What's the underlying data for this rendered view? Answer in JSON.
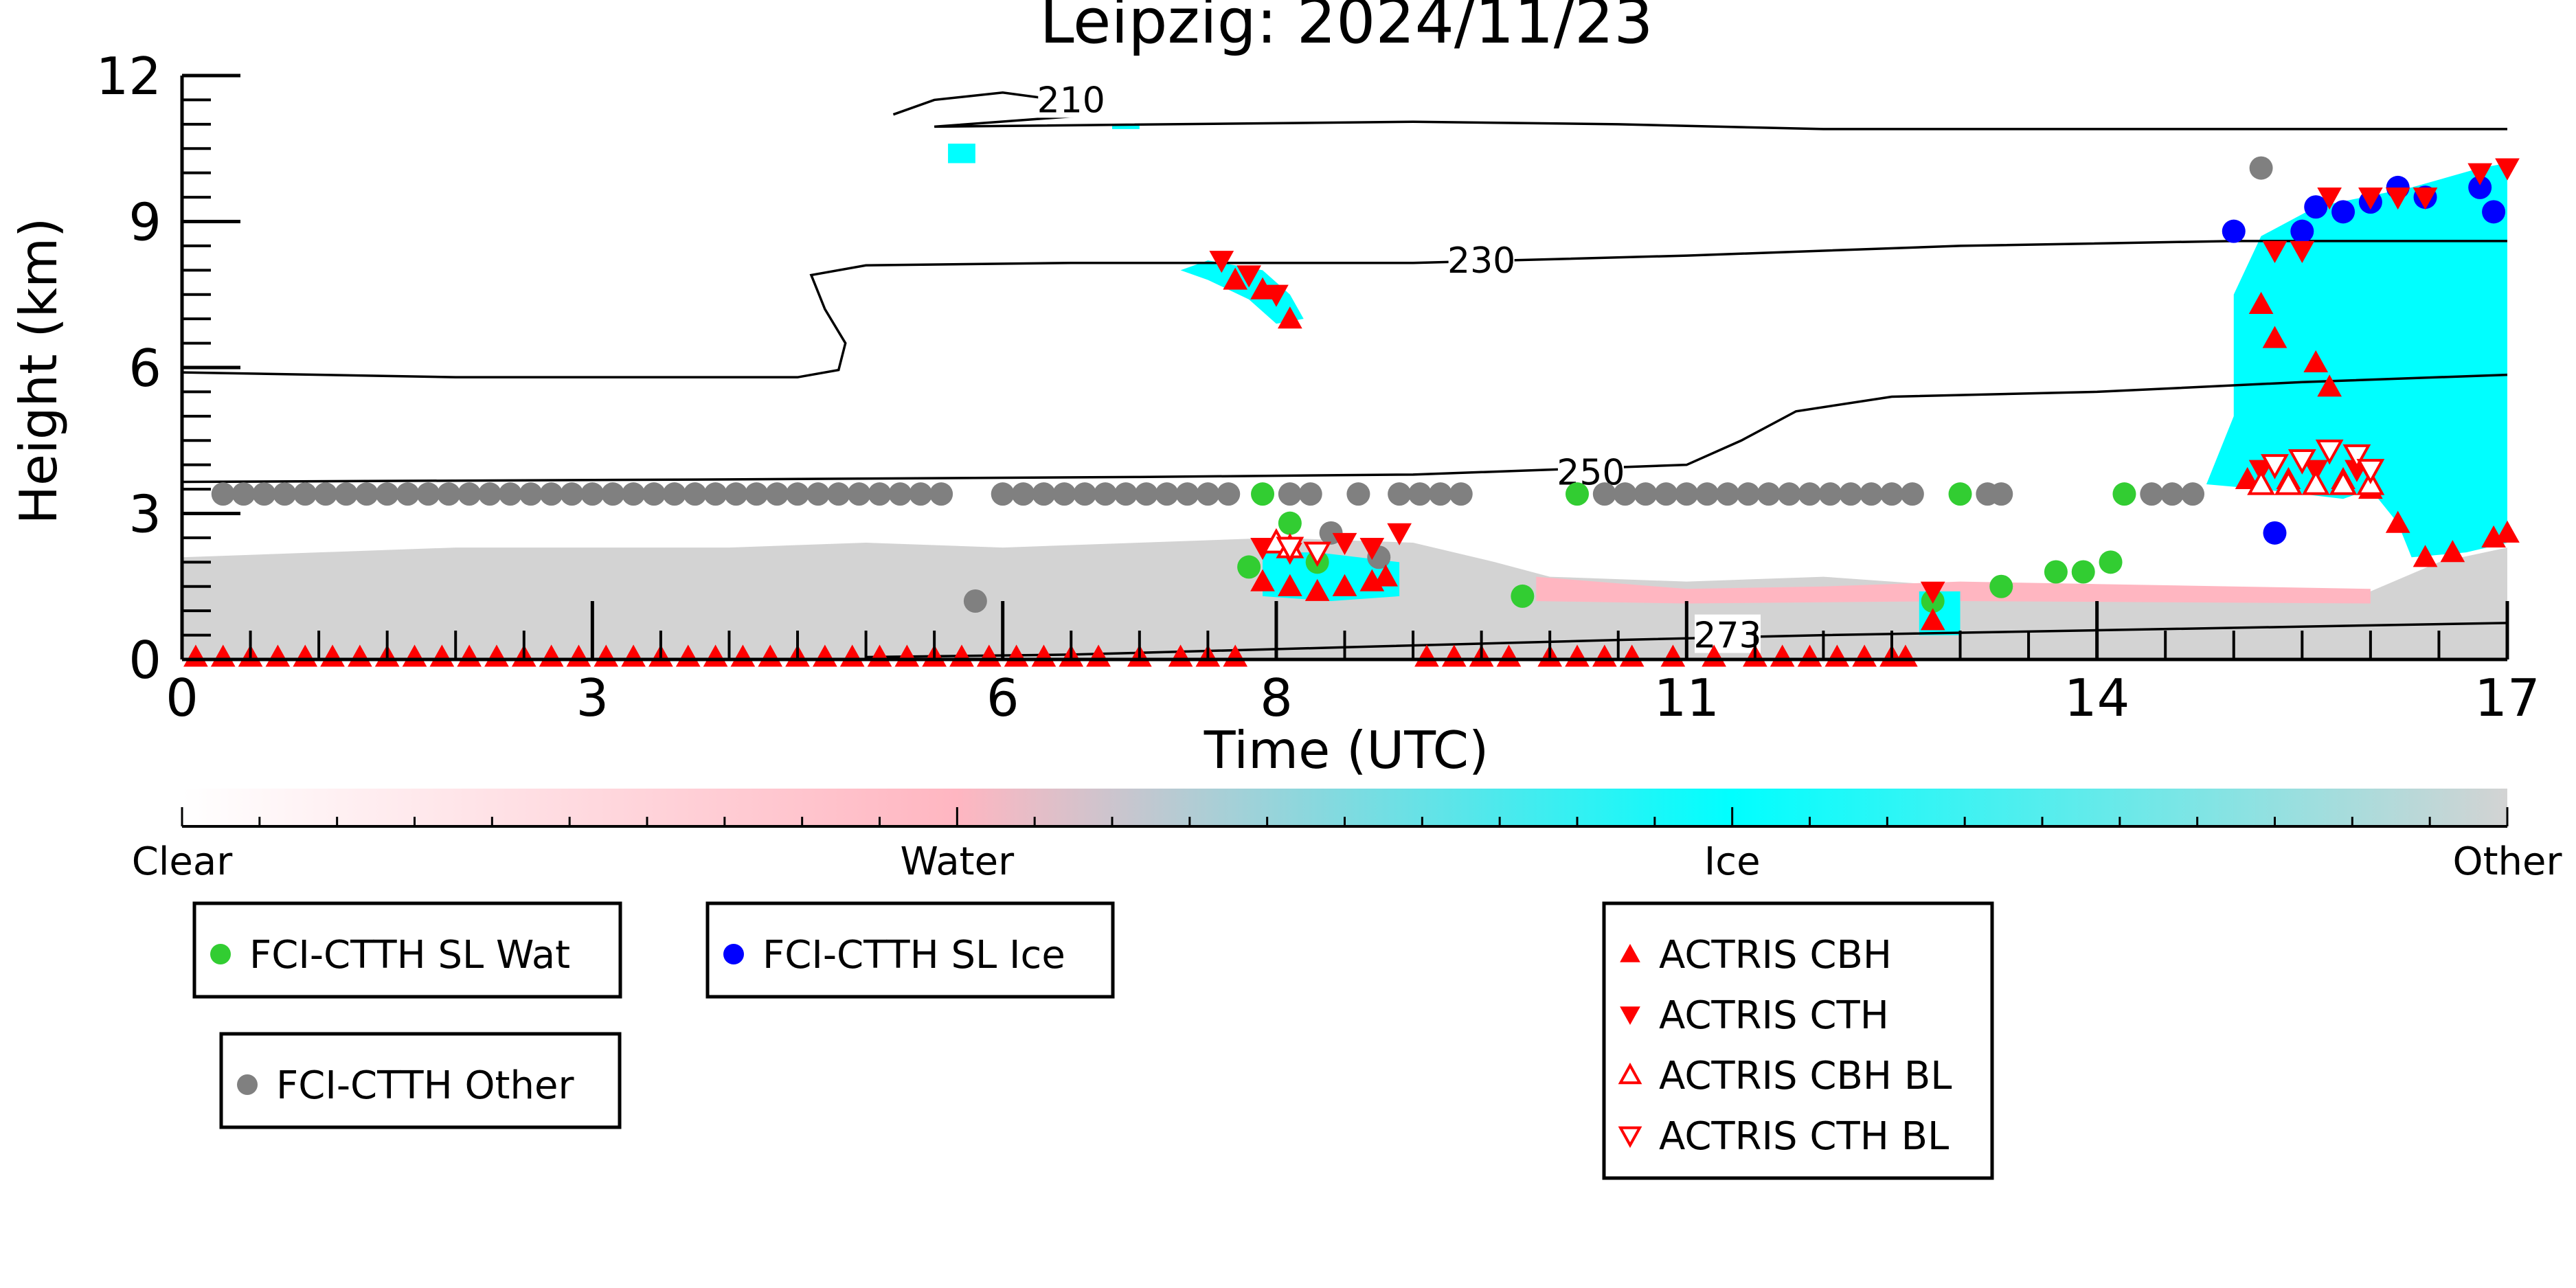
{
  "chart_data": {
    "type": "scatter",
    "title": "Leipzig: 2024/11/23",
    "xlabel": "Time (UTC)",
    "ylabel": "Height (km)",
    "xlim": [
      0,
      17
    ],
    "ylim": [
      0,
      12
    ],
    "x_ticks": [
      0,
      3,
      6,
      8,
      11,
      14,
      17
    ],
    "y_ticks": [
      0,
      3,
      6,
      9,
      12
    ],
    "colorbar": {
      "labels": [
        "Clear",
        "Water",
        "Ice",
        "Other"
      ],
      "colors": [
        "#ffffff",
        "#ffb6c1",
        "#00ffff",
        "#d3d3d3"
      ]
    },
    "contours": [
      {
        "label": "210",
        "label_x": 6.5,
        "label_y": 11.5,
        "points": [
          [
            5.2,
            11.2
          ],
          [
            5.5,
            11.5
          ],
          [
            6.0,
            11.65
          ],
          [
            6.4,
            11.5
          ],
          [
            6.7,
            11.2
          ],
          [
            5.5,
            10.95
          ],
          [
            9.0,
            11.05
          ],
          [
            10.5,
            11.0
          ],
          [
            12.0,
            10.9
          ],
          [
            17,
            10.9
          ]
        ]
      },
      {
        "label": "230",
        "label_x": 9.5,
        "label_y": 8.2,
        "points": [
          [
            0,
            5.9
          ],
          [
            2.0,
            5.8
          ],
          [
            4.5,
            5.8
          ],
          [
            4.8,
            5.95
          ],
          [
            4.85,
            6.5
          ],
          [
            4.7,
            7.2
          ],
          [
            4.6,
            7.9
          ],
          [
            5.0,
            8.1
          ],
          [
            6.5,
            8.15
          ],
          [
            9.0,
            8.15
          ],
          [
            11.0,
            8.3
          ],
          [
            13.0,
            8.5
          ],
          [
            15.0,
            8.6
          ],
          [
            17,
            8.6
          ]
        ]
      },
      {
        "label": "250",
        "label_x": 10.3,
        "label_y": 3.85,
        "points": [
          [
            0,
            3.65
          ],
          [
            4.0,
            3.7
          ],
          [
            7.0,
            3.75
          ],
          [
            9.0,
            3.8
          ],
          [
            11.0,
            4.0
          ],
          [
            11.4,
            4.5
          ],
          [
            11.8,
            5.1
          ],
          [
            12.5,
            5.4
          ],
          [
            14.0,
            5.5
          ],
          [
            15.5,
            5.7
          ],
          [
            17,
            5.85
          ]
        ]
      },
      {
        "label": "273",
        "label_x": 11.3,
        "label_y": 0.5,
        "points": [
          [
            5.0,
            0.05
          ],
          [
            6.5,
            0.1
          ],
          [
            8.5,
            0.25
          ],
          [
            10.5,
            0.4
          ],
          [
            12.0,
            0.5
          ],
          [
            14.0,
            0.6
          ],
          [
            16.0,
            0.7
          ],
          [
            17,
            0.75
          ]
        ]
      }
    ],
    "series": [
      {
        "name": "FCI-CTTH SL Wat",
        "marker": "circle",
        "color": "#32cd32",
        "points": [
          [
            7.8,
            1.9
          ],
          [
            7.9,
            3.4
          ],
          [
            8.1,
            2.8
          ],
          [
            8.3,
            2.0
          ],
          [
            9.8,
            1.3
          ],
          [
            10.2,
            3.4
          ],
          [
            12.8,
            1.2
          ],
          [
            13.0,
            3.4
          ],
          [
            13.3,
            1.5
          ],
          [
            13.7,
            1.8
          ],
          [
            13.9,
            1.8
          ],
          [
            14.1,
            2.0
          ],
          [
            14.2,
            3.4
          ]
        ]
      },
      {
        "name": "FCI-CTTH SL Ice",
        "marker": "circle",
        "color": "#0000ff",
        "points": [
          [
            15.0,
            8.8
          ],
          [
            15.3,
            2.6
          ],
          [
            15.5,
            8.8
          ],
          [
            15.6,
            9.3
          ],
          [
            15.8,
            9.2
          ],
          [
            16.0,
            9.4
          ],
          [
            16.2,
            9.7
          ],
          [
            16.4,
            9.5
          ],
          [
            16.8,
            9.7
          ],
          [
            16.9,
            9.2
          ]
        ]
      },
      {
        "name": "FCI-CTTH Other",
        "marker": "circle",
        "color": "#808080",
        "points": [
          [
            0.3,
            3.4
          ],
          [
            0.45,
            3.4
          ],
          [
            0.6,
            3.4
          ],
          [
            0.75,
            3.4
          ],
          [
            0.9,
            3.4
          ],
          [
            1.05,
            3.4
          ],
          [
            1.2,
            3.4
          ],
          [
            1.35,
            3.4
          ],
          [
            1.5,
            3.4
          ],
          [
            1.65,
            3.4
          ],
          [
            1.8,
            3.4
          ],
          [
            1.95,
            3.4
          ],
          [
            2.1,
            3.4
          ],
          [
            2.25,
            3.4
          ],
          [
            2.4,
            3.4
          ],
          [
            2.55,
            3.4
          ],
          [
            2.7,
            3.4
          ],
          [
            2.85,
            3.4
          ],
          [
            3.0,
            3.4
          ],
          [
            3.15,
            3.4
          ],
          [
            3.3,
            3.4
          ],
          [
            3.45,
            3.4
          ],
          [
            3.6,
            3.4
          ],
          [
            3.75,
            3.4
          ],
          [
            3.9,
            3.4
          ],
          [
            4.05,
            3.4
          ],
          [
            4.2,
            3.4
          ],
          [
            4.35,
            3.4
          ],
          [
            4.5,
            3.4
          ],
          [
            4.65,
            3.4
          ],
          [
            4.8,
            3.4
          ],
          [
            4.95,
            3.4
          ],
          [
            5.1,
            3.4
          ],
          [
            5.25,
            3.4
          ],
          [
            5.4,
            3.4
          ],
          [
            5.55,
            3.4
          ],
          [
            5.8,
            1.2
          ],
          [
            6.0,
            3.4
          ],
          [
            6.15,
            3.4
          ],
          [
            6.3,
            3.4
          ],
          [
            6.45,
            3.4
          ],
          [
            6.6,
            3.4
          ],
          [
            6.75,
            3.4
          ],
          [
            6.9,
            3.4
          ],
          [
            7.05,
            3.4
          ],
          [
            7.2,
            3.4
          ],
          [
            7.35,
            3.4
          ],
          [
            7.5,
            3.4
          ],
          [
            7.65,
            3.4
          ],
          [
            8.1,
            3.4
          ],
          [
            8.25,
            3.4
          ],
          [
            8.4,
            2.6
          ],
          [
            8.6,
            3.4
          ],
          [
            8.75,
            2.1
          ],
          [
            8.9,
            3.4
          ],
          [
            9.05,
            3.4
          ],
          [
            9.2,
            3.4
          ],
          [
            9.35,
            3.4
          ],
          [
            10.4,
            3.4
          ],
          [
            10.55,
            3.4
          ],
          [
            10.7,
            3.4
          ],
          [
            10.85,
            3.4
          ],
          [
            11.0,
            3.4
          ],
          [
            11.15,
            3.4
          ],
          [
            11.3,
            3.4
          ],
          [
            11.45,
            3.4
          ],
          [
            11.6,
            3.4
          ],
          [
            11.75,
            3.4
          ],
          [
            11.9,
            3.4
          ],
          [
            12.05,
            3.4
          ],
          [
            12.2,
            3.4
          ],
          [
            12.35,
            3.4
          ],
          [
            12.5,
            3.4
          ],
          [
            12.65,
            3.4
          ],
          [
            13.2,
            3.4
          ],
          [
            13.3,
            3.4
          ],
          [
            14.4,
            3.4
          ],
          [
            14.55,
            3.4
          ],
          [
            14.7,
            3.4
          ],
          [
            15.2,
            10.1
          ]
        ]
      },
      {
        "name": "ACTRIS CBH",
        "marker": "triangle-up",
        "color": "#ff0000",
        "points": [
          [
            0.1,
            0.05
          ],
          [
            0.3,
            0.05
          ],
          [
            0.5,
            0.05
          ],
          [
            0.7,
            0.05
          ],
          [
            0.9,
            0.05
          ],
          [
            1.1,
            0.05
          ],
          [
            1.3,
            0.05
          ],
          [
            1.5,
            0.05
          ],
          [
            1.7,
            0.05
          ],
          [
            1.9,
            0.05
          ],
          [
            2.1,
            0.05
          ],
          [
            2.3,
            0.05
          ],
          [
            2.5,
            0.05
          ],
          [
            2.7,
            0.05
          ],
          [
            2.9,
            0.05
          ],
          [
            3.1,
            0.05
          ],
          [
            3.3,
            0.05
          ],
          [
            3.5,
            0.05
          ],
          [
            3.7,
            0.05
          ],
          [
            3.9,
            0.05
          ],
          [
            4.1,
            0.05
          ],
          [
            4.3,
            0.05
          ],
          [
            4.5,
            0.05
          ],
          [
            4.7,
            0.05
          ],
          [
            4.9,
            0.05
          ],
          [
            5.1,
            0.05
          ],
          [
            5.3,
            0.05
          ],
          [
            5.5,
            0.05
          ],
          [
            5.7,
            0.05
          ],
          [
            5.9,
            0.05
          ],
          [
            6.1,
            0.05
          ],
          [
            6.3,
            0.05
          ],
          [
            6.5,
            0.05
          ],
          [
            6.7,
            0.05
          ],
          [
            7.0,
            0.05
          ],
          [
            7.3,
            0.05
          ],
          [
            7.5,
            0.05
          ],
          [
            7.7,
            0.05
          ],
          [
            7.9,
            1.6
          ],
          [
            8.1,
            1.5
          ],
          [
            8.3,
            1.4
          ],
          [
            8.5,
            1.5
          ],
          [
            8.7,
            1.6
          ],
          [
            8.8,
            1.7
          ],
          [
            9.1,
            0.05
          ],
          [
            9.3,
            0.05
          ],
          [
            9.5,
            0.05
          ],
          [
            9.7,
            0.05
          ],
          [
            10.0,
            0.05
          ],
          [
            10.2,
            0.05
          ],
          [
            10.4,
            0.05
          ],
          [
            10.6,
            0.05
          ],
          [
            10.9,
            0.05
          ],
          [
            11.2,
            0.05
          ],
          [
            11.5,
            0.05
          ],
          [
            11.7,
            0.05
          ],
          [
            11.9,
            0.05
          ],
          [
            12.1,
            0.05
          ],
          [
            12.3,
            0.05
          ],
          [
            12.5,
            0.05
          ],
          [
            12.6,
            0.05
          ],
          [
            12.8,
            0.8
          ],
          [
            15.1,
            3.7
          ],
          [
            15.2,
            7.3
          ],
          [
            15.3,
            6.6
          ],
          [
            15.4,
            3.7
          ],
          [
            15.6,
            6.1
          ],
          [
            15.7,
            5.6
          ],
          [
            15.8,
            3.7
          ],
          [
            16.0,
            3.5
          ],
          [
            16.2,
            2.8
          ],
          [
            16.4,
            2.1
          ],
          [
            16.6,
            2.2
          ],
          [
            16.9,
            2.5
          ],
          [
            17.0,
            2.6
          ],
          [
            7.7,
            7.8
          ],
          [
            7.9,
            7.6
          ],
          [
            8.1,
            7.0
          ]
        ]
      },
      {
        "name": "ACTRIS CTH",
        "marker": "triangle-down",
        "color": "#ff0000",
        "points": [
          [
            7.6,
            8.2
          ],
          [
            7.8,
            7.9
          ],
          [
            8.0,
            7.5
          ],
          [
            7.9,
            2.3
          ],
          [
            8.1,
            2.2
          ],
          [
            8.3,
            2.2
          ],
          [
            8.5,
            2.4
          ],
          [
            8.7,
            2.3
          ],
          [
            8.9,
            2.6
          ],
          [
            12.8,
            1.4
          ],
          [
            15.2,
            3.9
          ],
          [
            15.3,
            8.4
          ],
          [
            15.5,
            8.4
          ],
          [
            15.6,
            3.9
          ],
          [
            15.7,
            9.5
          ],
          [
            15.9,
            3.9
          ],
          [
            16.0,
            9.5
          ],
          [
            16.2,
            9.5
          ],
          [
            16.4,
            9.5
          ],
          [
            16.8,
            10.0
          ],
          [
            17.0,
            10.1
          ]
        ]
      },
      {
        "name": "ACTRIS CBH BL",
        "marker": "triangle-up-open",
        "color": "#ff0000",
        "points": [
          [
            8.0,
            2.4
          ],
          [
            8.1,
            2.3
          ],
          [
            15.2,
            3.6
          ],
          [
            15.4,
            3.6
          ],
          [
            15.6,
            3.6
          ],
          [
            15.8,
            3.6
          ],
          [
            16.0,
            3.6
          ]
        ]
      },
      {
        "name": "ACTRIS CTH BL",
        "marker": "triangle-down-open",
        "color": "#ff0000",
        "points": [
          [
            8.1,
            2.3
          ],
          [
            8.3,
            2.2
          ],
          [
            15.3,
            4.0
          ],
          [
            15.5,
            4.1
          ],
          [
            15.7,
            4.3
          ],
          [
            15.9,
            4.2
          ],
          [
            16.0,
            3.9
          ]
        ]
      }
    ]
  }
}
